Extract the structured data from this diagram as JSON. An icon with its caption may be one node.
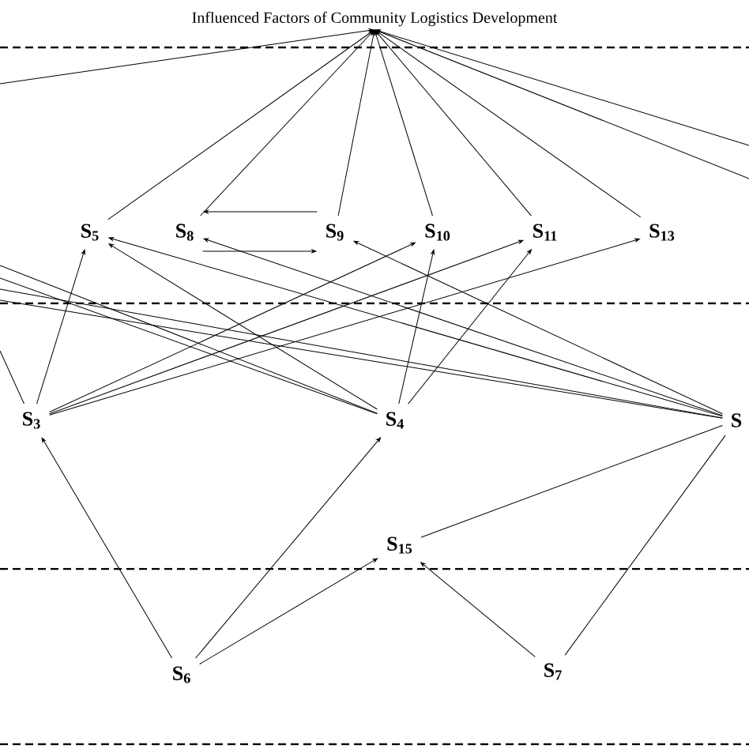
{
  "diagram": {
    "nodes": [
      {
        "text": [
          "Influenced Factors of Community Logistics Development"
        ]
      },
      {
        "text": [
          "S$_{5}$"
        ]
      },
      {
        "text": [
          "S$_{8}$"
        ]
      },
      {
        "text": [
          "S$_{9}$"
        ]
      },
      {
        "text": [
          "S$_{10}$"
        ]
      },
      {
        "text": [
          "S$_{11}$"
        ]
      },
      {
        "text": [
          "S$_{13}$"
        ]
      },
      {
        "text": [
          "S$_{3}$"
        ]
      },
      {
        "text": [
          "S$_{4}$"
        ]
      },
      {
        "text": [
          "S"
        ]
      },
      {
        "text": [
          "S$_{15}$"
        ]
      },
      {
        "text": [
          "S$_{6}$"
        ]
      },
      {
        "text": [
          "S$_{7}$"
        ]
      }
    ],
    "edges": [
      {
        "from": 1,
        "to": 0,
        "arrow": "to"
      },
      {
        "from": 2,
        "to": 0,
        "arrow": "to"
      },
      {
        "from": 3,
        "to": 0,
        "arrow": "to"
      },
      {
        "from": 4,
        "to": 0,
        "arrow": "to"
      },
      {
        "from": 5,
        "to": 0,
        "arrow": "to"
      },
      {
        "from": 6,
        "to": 0,
        "arrow": "to"
      },
      {
        "from": null,
        "to": 0,
        "arrow": "to"
      },
      {
        "from": null,
        "to": 0,
        "arrow": "to"
      },
      {
        "from": null,
        "to": 0,
        "arrow": "to"
      },
      {
        "from": 2,
        "to": 3,
        "arrow": "to"
      },
      {
        "from": 3,
        "to": 2,
        "arrow": "to"
      },
      {
        "from": 7,
        "to": 1,
        "arrow": "to"
      },
      {
        "from": 7,
        "to": 4,
        "arrow": "to"
      },
      {
        "from": 7,
        "to": 5,
        "arrow": "to"
      },
      {
        "from": 7,
        "to": 6,
        "arrow": "to"
      },
      {
        "from": 8,
        "to": 1,
        "arrow": "to"
      },
      {
        "from": 8,
        "to": 4,
        "arrow": "to"
      },
      {
        "from": 8,
        "to": 5,
        "arrow": "to"
      },
      {
        "from": 9,
        "to": 1,
        "arrow": "to"
      },
      {
        "from": 9,
        "to": 2,
        "arrow": "to"
      },
      {
        "from": 9,
        "to": 3,
        "arrow": "to"
      },
      {
        "from": null,
        "to": 8,
        "arrow": "none"
      },
      {
        "from": null,
        "to": 8,
        "arrow": "none"
      },
      {
        "from": null,
        "to": 9,
        "arrow": "none"
      },
      {
        "from": null,
        "to": 9,
        "arrow": "none"
      },
      {
        "from": null,
        "to": 7,
        "arrow": "none"
      },
      {
        "from": 11,
        "to": 7,
        "arrow": "to"
      },
      {
        "from": 11,
        "to": 8,
        "arrow": "to"
      },
      {
        "from": 11,
        "to": 10,
        "arrow": "to"
      },
      {
        "from": 12,
        "to": 10,
        "arrow": "to"
      },
      {
        "from": 12,
        "to": 9,
        "arrow": "none"
      },
      {
        "from": 10,
        "to": 9,
        "arrow": "none"
      }
    ]
  }
}
